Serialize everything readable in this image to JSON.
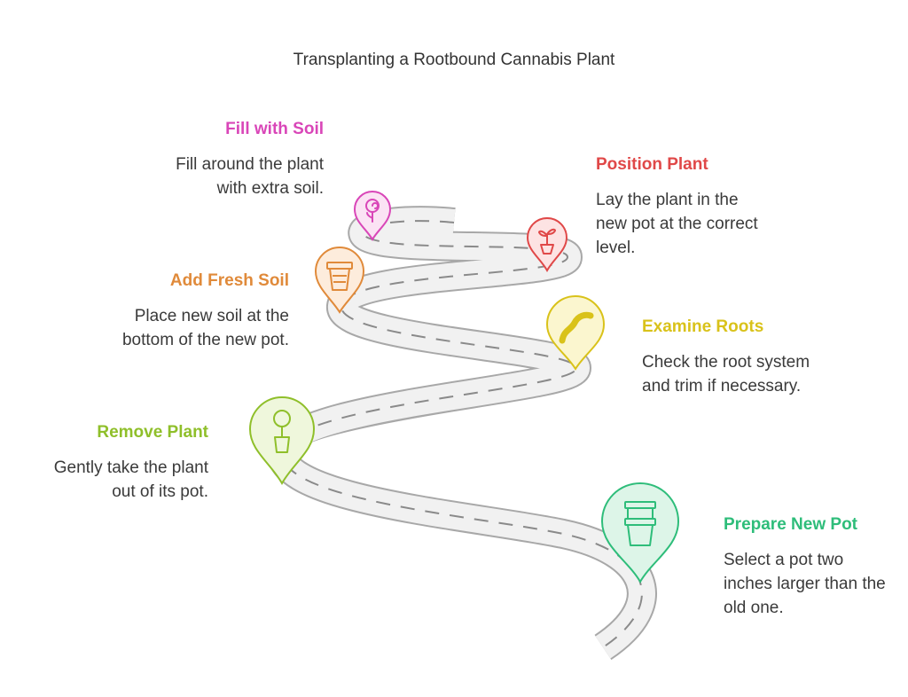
{
  "title": "Transplanting a Rootbound Cannabis Plant",
  "steps": [
    {
      "id": "fill",
      "heading": "Fill with Soil",
      "text": "Fill around the plant with extra soil.",
      "color": "#d946b8",
      "icon": "flower-icon"
    },
    {
      "id": "position",
      "heading": "Position Plant",
      "text": "Lay the plant in the new pot at the correct level.",
      "color": "#e04848",
      "icon": "seedling-pot-icon"
    },
    {
      "id": "add",
      "heading": "Add Fresh Soil",
      "text": "Place new soil at the bottom of the new pot.",
      "color": "#e08a3a",
      "icon": "pot-icon"
    },
    {
      "id": "examine",
      "heading": "Examine Roots",
      "text": "Check the root system and trim if necessary.",
      "color": "#d9c21a",
      "icon": "worm-icon"
    },
    {
      "id": "remove",
      "heading": "Remove Plant",
      "text": "Gently take the plant out of its pot.",
      "color": "#8fbf2a",
      "icon": "potted-tree-icon"
    },
    {
      "id": "prepare",
      "heading": "Prepare New Pot",
      "text": "Select a pot two inches larger than the old one.",
      "color": "#2ebd7a",
      "icon": "stacked-pots-icon"
    }
  ]
}
